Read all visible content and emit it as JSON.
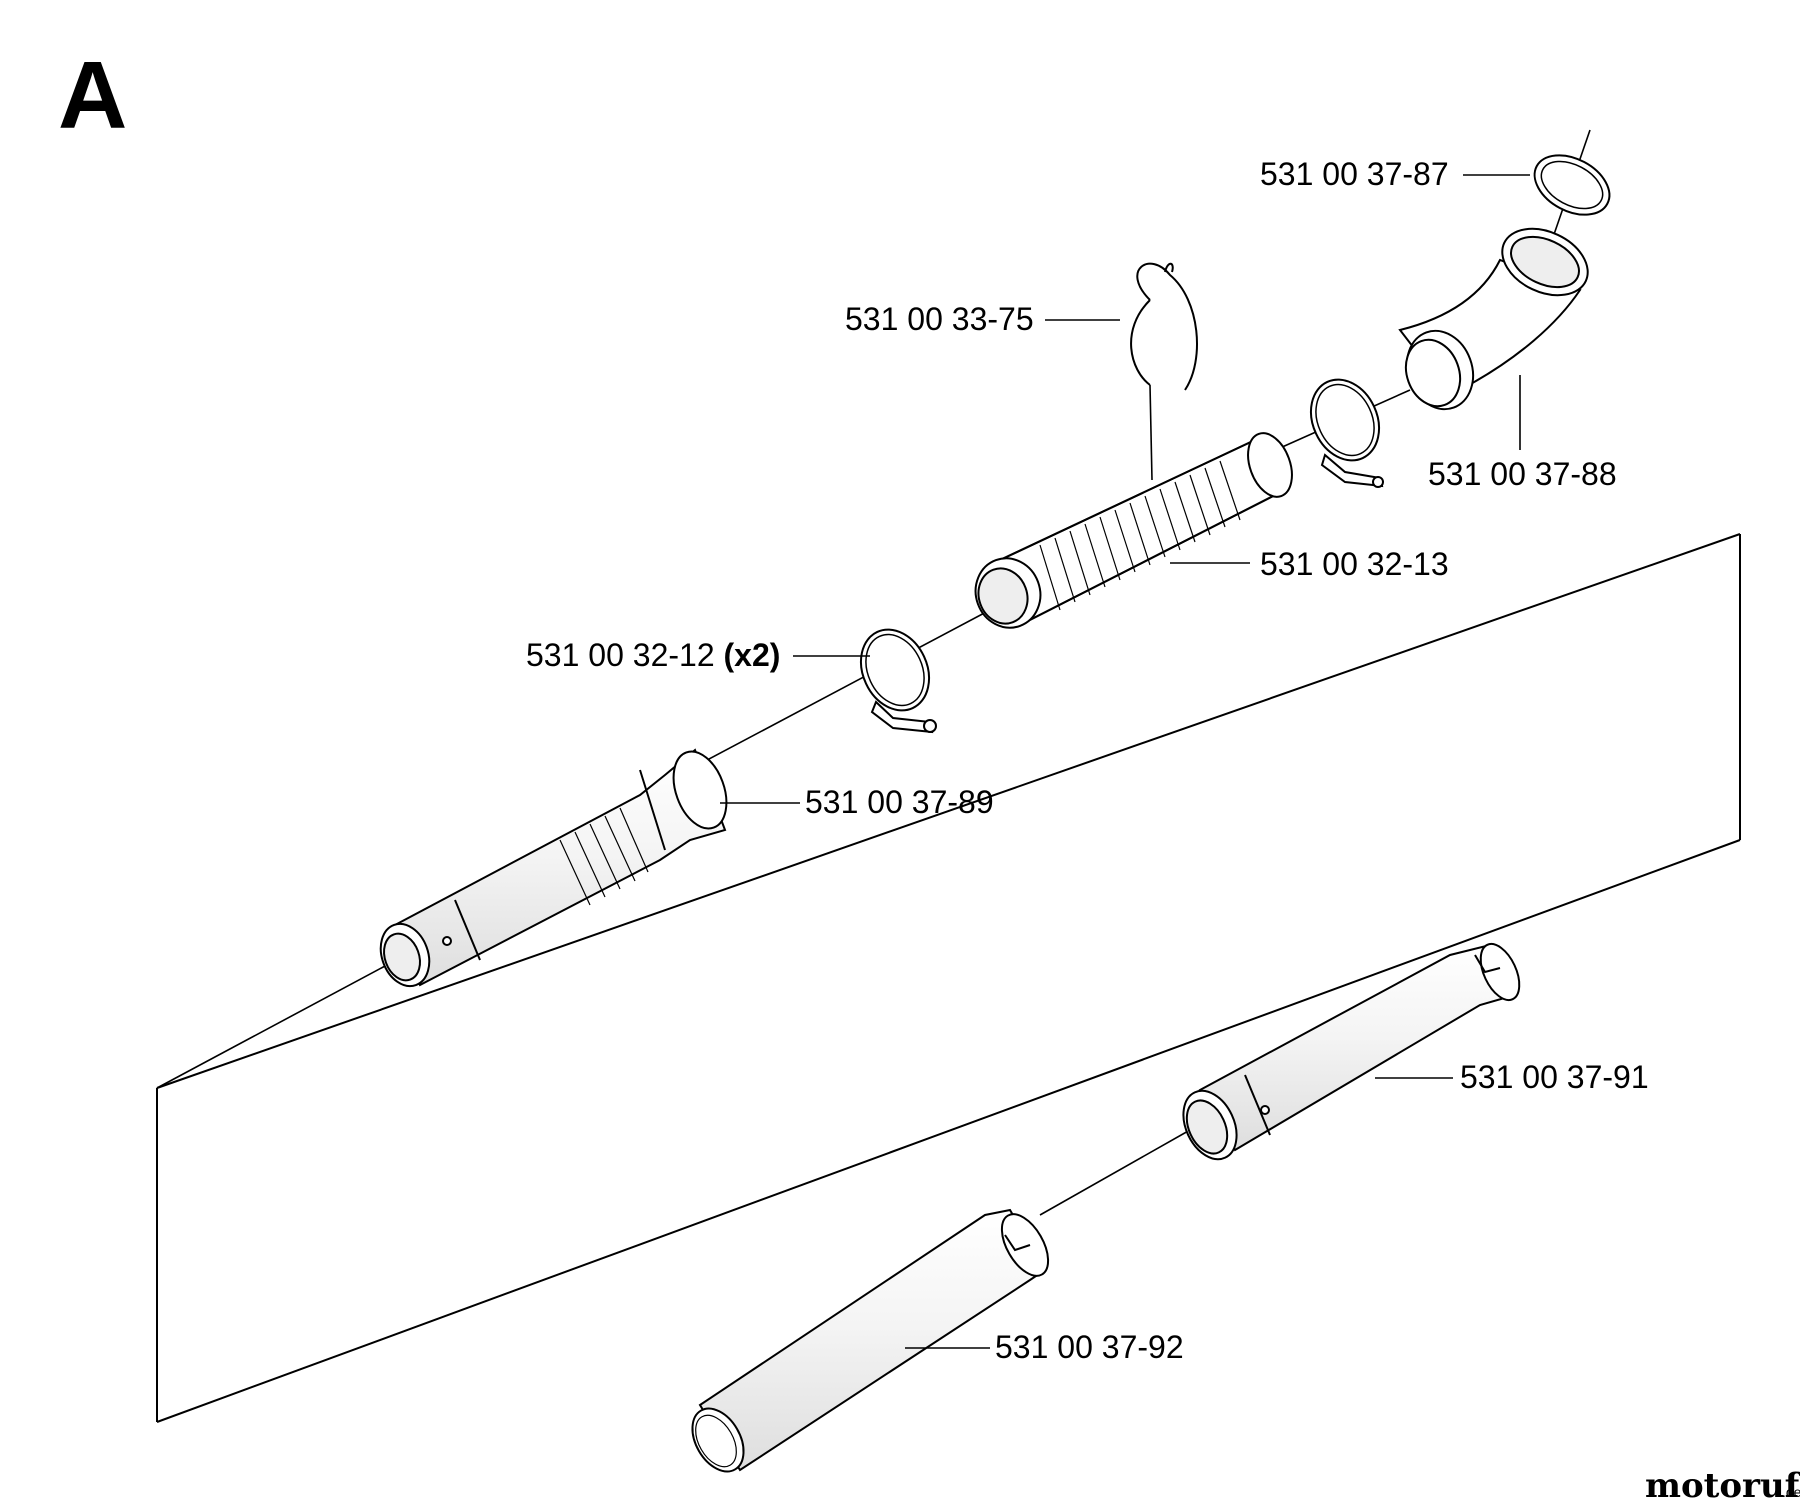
{
  "section_letter": "A",
  "parts": [
    {
      "id": "ring",
      "label": "531 00 37-87"
    },
    {
      "id": "gasket",
      "label": "531 00 33-75"
    },
    {
      "id": "elbow",
      "label": "531 00 37-88"
    },
    {
      "id": "hose",
      "label": "531 00 32-13"
    },
    {
      "id": "clamp",
      "label": "531 00 32-12",
      "qty": "(x2)"
    },
    {
      "id": "handle_tube",
      "label": "531 00 37-89"
    },
    {
      "id": "mid_tube",
      "label": "531 00 37-91"
    },
    {
      "id": "nozzle_tube",
      "label": "531 00 37-92"
    }
  ],
  "watermark": {
    "text": "motoruf",
    "suffix": ".de"
  }
}
